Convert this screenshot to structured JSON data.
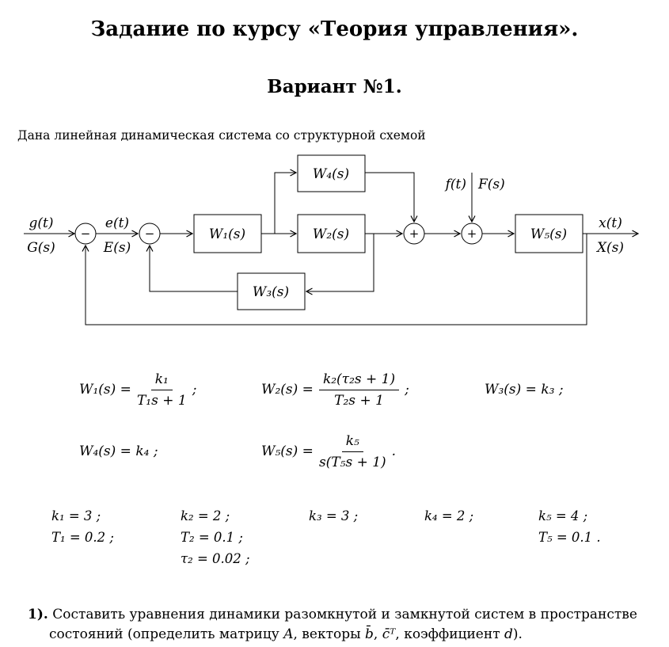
{
  "page": {
    "title": "Задание по курсу «Теория управления».",
    "subtitle": "Вариант №1.",
    "intro": "Дана линейная динамическая система со структурной схемой"
  },
  "diagram": {
    "input_top": "g(t)",
    "input_bottom": "G(s)",
    "error_top": "e(t)",
    "error_bottom": "E(s)",
    "disturbance_left": "f(t)",
    "disturbance_right": "F(s)",
    "output_top": "x(t)",
    "output_bottom": "X(s)",
    "minus": "−",
    "plus": "+",
    "blocks": {
      "w1": "W₁(s)",
      "w2": "W₂(s)",
      "w3": "W₃(s)",
      "w4": "W₄(s)",
      "w5": "W₅(s)"
    }
  },
  "formulas": {
    "w1": {
      "lhs": "W₁(s) =",
      "num": "k₁",
      "den": "T₁s + 1",
      "tail": ";"
    },
    "w2": {
      "lhs": "W₂(s) =",
      "num": "k₂(τ₂s + 1)",
      "den": "T₂s + 1",
      "tail": ";"
    },
    "w3": {
      "text": "W₃(s) = k₃ ;"
    },
    "w4": {
      "text": "W₄(s) = k₄ ;"
    },
    "w5": {
      "lhs": "W₅(s) =",
      "num": "k₅",
      "den": "s(T₅s + 1)",
      "tail": "."
    }
  },
  "parameters": {
    "col1": [
      "k₁ = 3 ;",
      "T₁ = 0.2 ;"
    ],
    "col2": [
      "k₂ = 2 ;",
      "T₂ = 0.1 ;",
      "τ₂ = 0.02 ;"
    ],
    "col3": [
      "k₃ = 3 ;"
    ],
    "col4": [
      "k₄ = 2 ;"
    ],
    "col5": [
      "k₅ = 4 ;",
      "T₅ = 0.1 ."
    ]
  },
  "task": {
    "number": "1).",
    "t1": "Составить уравнения динамики разомкнутой и замкнутой систем в пространстве состояний (определить матрицу ",
    "m1": "A",
    "t2": ", векторы ",
    "m2": "b̄",
    "t3": ", ",
    "m3": "c̄ᵀ",
    "t4": ", коэффициент ",
    "m4": "d",
    "t5": ")."
  },
  "colors": {
    "background": "#ffffff",
    "text": "#000000",
    "line": "#000000"
  }
}
